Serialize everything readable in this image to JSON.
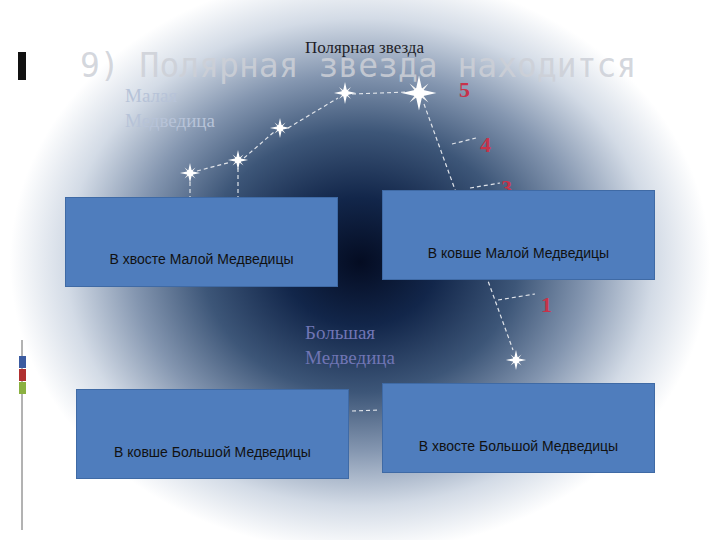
{
  "diagram": {
    "title": "9) Полярная звезда находится",
    "nodes": [
      {
        "text": [
          "В хвосте Малой Медведицы"
        ]
      },
      {
        "text": [
          "В ковше Малой Медведицы"
        ]
      },
      {
        "text": [
          "В ковше Большой Медведицы"
        ]
      },
      {
        "text": [
          "В хвосте Большой Медведицы"
        ]
      }
    ],
    "labels": [
      "Полярная звезда",
      "Малая Медведица",
      "Большая Медведица",
      "5",
      "4",
      "3",
      "1"
    ]
  }
}
